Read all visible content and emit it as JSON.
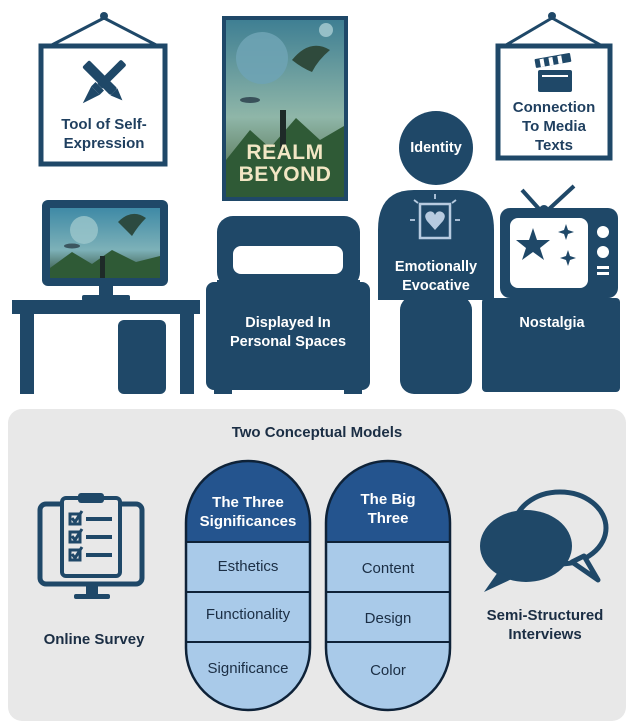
{
  "poster": {
    "title_line1": "REALM",
    "title_line2": "BEYOND"
  },
  "frames": {
    "left": {
      "text": "Tool of Self-Expression",
      "icon": "brush-pencil-icon"
    },
    "right": {
      "text": "Connection To Media Texts",
      "icon": "clapperboard-icon"
    }
  },
  "scene": {
    "identity": "Identity",
    "emotionally_evocative": "Emotionally Evocative",
    "displayed": "Displayed In Personal Spaces",
    "nostalgia": "Nostalgia"
  },
  "models": {
    "title": "Two Conceptual Models",
    "left_label": "Online Survey",
    "right_label": "Semi-Structured Interviews",
    "three_significances": {
      "title": "The Three Significances",
      "items": [
        "Esthetics",
        "Functionality",
        "Significance"
      ]
    },
    "big_three": {
      "title": "The Big Three",
      "items": [
        "Content",
        "Design",
        "Color"
      ]
    }
  },
  "colors": {
    "navy": "#1f4868",
    "deep_blue": "#24548e",
    "light_blue": "#a9cae9",
    "panel_gray": "#e8e8e8"
  }
}
